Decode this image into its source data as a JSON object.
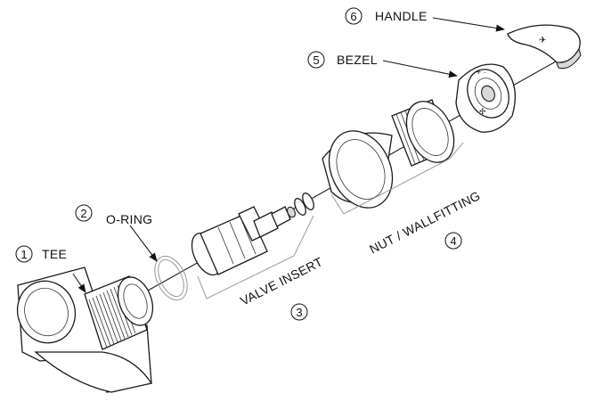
{
  "labels": {
    "tee": {
      "number": "1",
      "text": "TEE"
    },
    "o_ring": {
      "number": "2",
      "text": "O-RING"
    },
    "valve_insert": {
      "number": "3",
      "text": "VALVE INSERT"
    },
    "nut_wallfitting": {
      "number": "4",
      "text": "NUT / WALLFITTING"
    },
    "bezel": {
      "number": "5",
      "text": "BEZEL"
    },
    "handle": {
      "number": "6",
      "text": "HANDLE"
    }
  }
}
